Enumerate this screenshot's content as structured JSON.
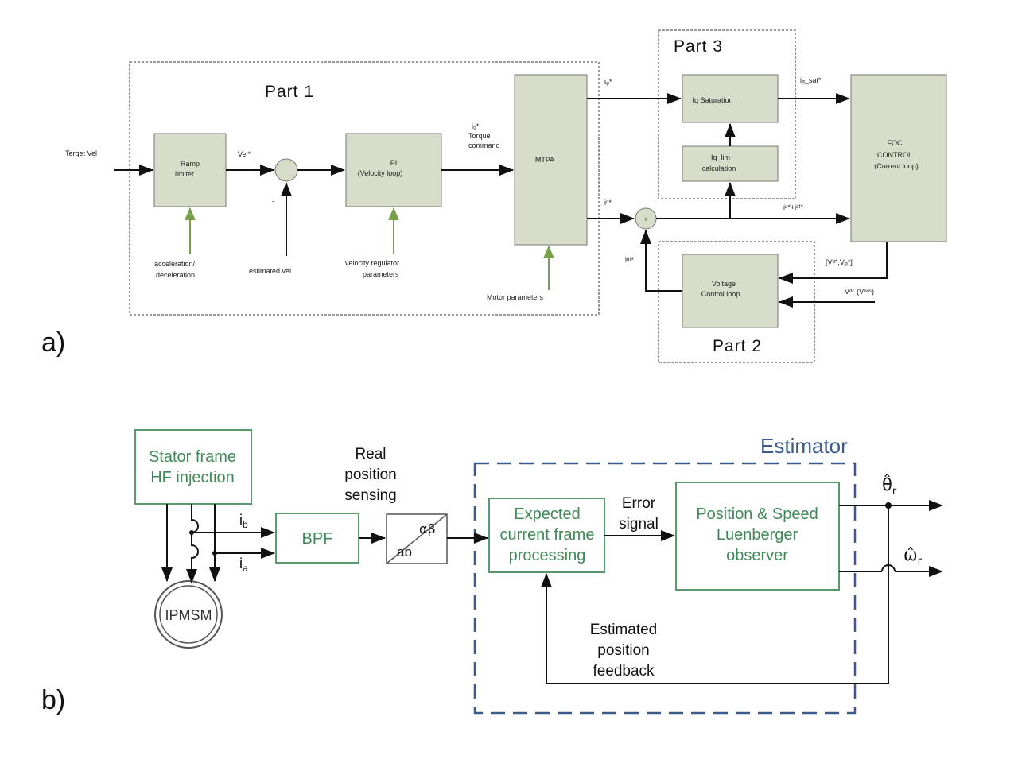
{
  "panel_a": {
    "label": "a)",
    "parts": {
      "part1": "Part 1",
      "part2": "Part 2",
      "part3": "Part 3"
    },
    "inputs": {
      "target_vel": "Terget Vel",
      "vel_star": "Vel*",
      "minus_sign": "-"
    },
    "blocks": {
      "ramp": [
        "Ramp",
        "limiter"
      ],
      "pi": [
        "PI",
        "(Velocity loop)"
      ],
      "mtpa": "MTPA",
      "iq_sat": "Iq Saturation",
      "iq_lim": [
        "Iq_lim",
        "calculation"
      ],
      "foc": [
        "FOC",
        "CONTROL",
        "(Current loop)"
      ],
      "voltage": [
        "Voltage",
        "Control loop"
      ]
    },
    "signals": {
      "torque": [
        "i₀*",
        "Torque",
        "command"
      ],
      "iq_star": "iᵩ*",
      "id_star": "iᵈ*",
      "iq_sat_star": "iᵩ_sat*",
      "id_sum": "iᵈ*+iᵈᶠ*",
      "idf_star": "iᵈᶠ*",
      "vd_vq": "[Vᵈ*,Vᵩ*]",
      "vdc": "Vᵈᶜ (Vᵇᵘˢ)",
      "plus_sign": "+"
    },
    "params": {
      "accel": [
        "acceleration/",
        "deceleration"
      ],
      "est_vel": "estimated vel",
      "vel_reg": [
        "velocity regulator",
        "parameters"
      ],
      "motor": "Motor parameters"
    }
  },
  "panel_b": {
    "label": "b)",
    "estimator_title": "Estimator",
    "blocks": {
      "stator": [
        "Stator frame",
        "HF injection"
      ],
      "bpf": "BPF",
      "transform_ab": "αβ",
      "transform_abc": "ab",
      "expected": [
        "Expected",
        "current frame",
        "processing"
      ],
      "observer": [
        "Position & Speed",
        "Luenberger",
        "observer"
      ],
      "motor": "IPMSM"
    },
    "labels": {
      "ib": "i",
      "ib_sub": "b",
      "ia": "i",
      "ia_sub": "a",
      "real_pos": [
        "Real",
        "position",
        "sensing"
      ],
      "error": [
        "Error",
        "signal"
      ],
      "feedback": [
        "Estimated",
        "position",
        "feedback"
      ],
      "theta": "θ̂",
      "theta_sub": "r",
      "omega": "ω̂",
      "omega_sub": "r"
    }
  }
}
